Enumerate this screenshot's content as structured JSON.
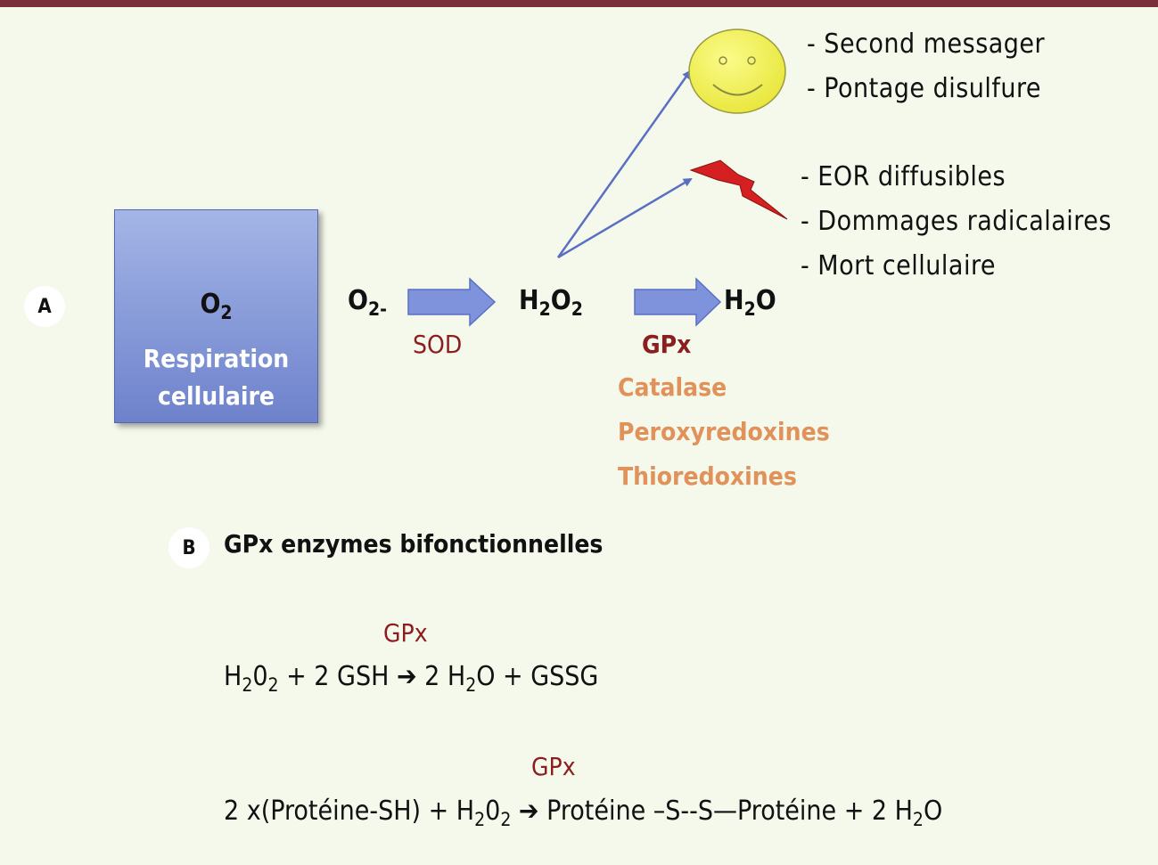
{
  "panel_a": {
    "badge": "A",
    "box": {
      "o2": "O",
      "o2_sub": "2",
      "label_line1": "Respiration",
      "label_line2": "cellulaire"
    },
    "superoxide": {
      "main": "O",
      "sub": "2-"
    },
    "sod_label": "SOD",
    "h2o2": {
      "h": "H",
      "h_sub": "2",
      "o": "O",
      "o_sub": "2"
    },
    "h2o": {
      "h": "H",
      "h_sub": "2",
      "o": "O"
    },
    "gpx_label": "GPx",
    "other_enzymes": [
      "Catalase",
      "Peroxyredoxines",
      "Thioredoxines"
    ],
    "beneficial_effects": [
      "- Second messager",
      "- Pontage disulfure"
    ],
    "harmful_effects": [
      "- EOR diffusibles",
      "- Dommages radicalaires",
      "- Mort cellulaire"
    ]
  },
  "panel_b": {
    "badge": "B",
    "title": "GPx enzymes bifonctionnelles",
    "equation1": {
      "enzyme": "GPx",
      "h": "H",
      "h_sub": "2",
      "o": "0",
      "o_sub": "2",
      "reactants_rest": " + 2 GSH ",
      "arrow": "➔",
      "products_pre": " 2 H",
      "products_sub": "2",
      "products_rest": "O + GSSG"
    },
    "equation2": {
      "enzyme": "GPx",
      "reactants_pre": "2 x(Protéine-SH) + H",
      "h_sub": "2",
      "o": "0",
      "o_sub": "2",
      "arrow": "➔",
      "products_pre": " Protéine –S--S—Protéine + 2 H",
      "products_sub": "2",
      "products_rest": "O"
    }
  },
  "colors": {
    "background": "#f5f9ec",
    "top_bar": "#7a2f3a",
    "box_top": "#a4b5e6",
    "box_bottom": "#6e82cc",
    "arrow_fill": "#7f93dc",
    "line": "#5a6fc4",
    "gpx_red": "#8b1e1e",
    "enzyme_orange": "#e0925a",
    "smiley_yellow": "#f2f04a",
    "lightning_red": "#d42020"
  }
}
